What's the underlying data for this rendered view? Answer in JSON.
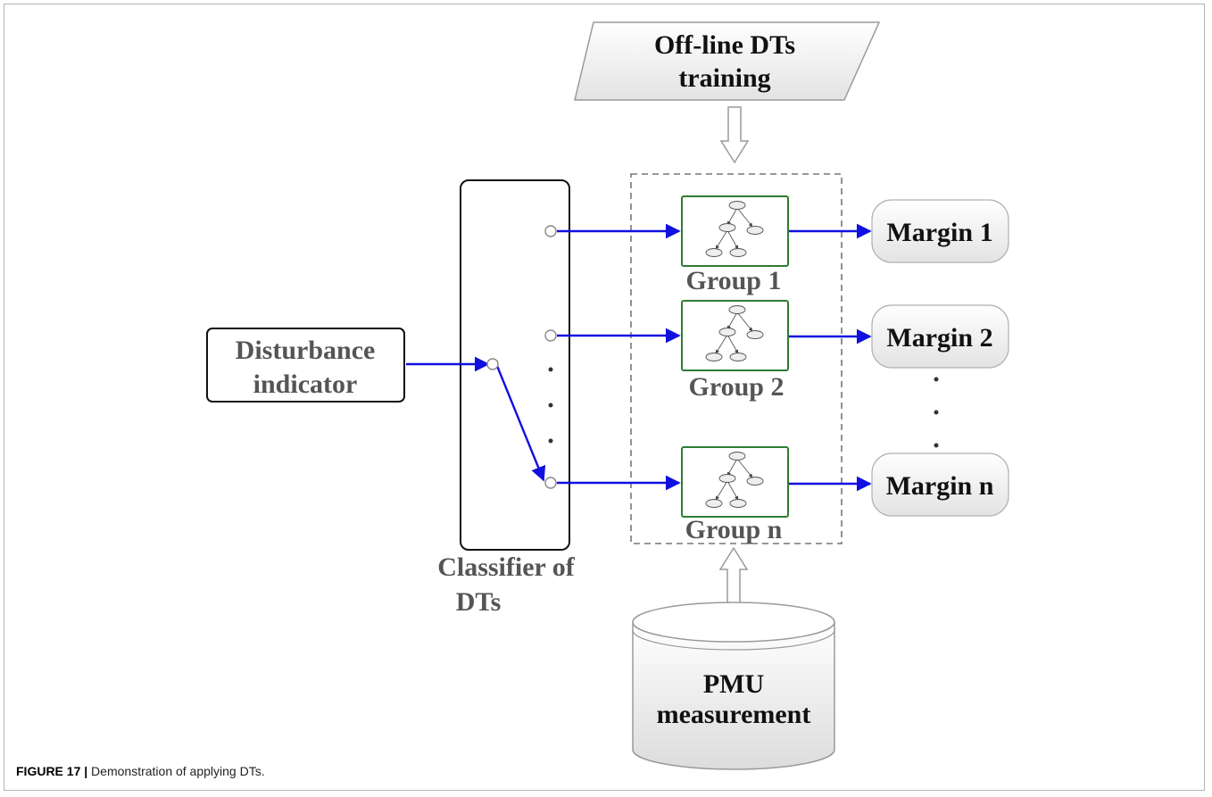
{
  "offline": {
    "line1": "Off-line DTs",
    "line2": "training"
  },
  "disturbance": {
    "line1": "Disturbance",
    "line2": "indicator"
  },
  "classifier": {
    "line1": "Classifier of",
    "line2": "DTs"
  },
  "groups": [
    {
      "label": "Group 1"
    },
    {
      "label": "Group 2"
    },
    {
      "label": "Group n"
    }
  ],
  "margins": [
    {
      "label": "Margin 1"
    },
    {
      "label": "Margin 2"
    },
    {
      "label": "Margin n"
    }
  ],
  "pmu": {
    "line1": "PMU",
    "line2": "measurement"
  },
  "caption": {
    "figure": "FIGURE 17 |",
    "text": " Demonstration of applying DTs."
  },
  "colors": {
    "arrow": "#1010e0",
    "tree_box": "#2e7d32",
    "label_gray": "#555555"
  }
}
